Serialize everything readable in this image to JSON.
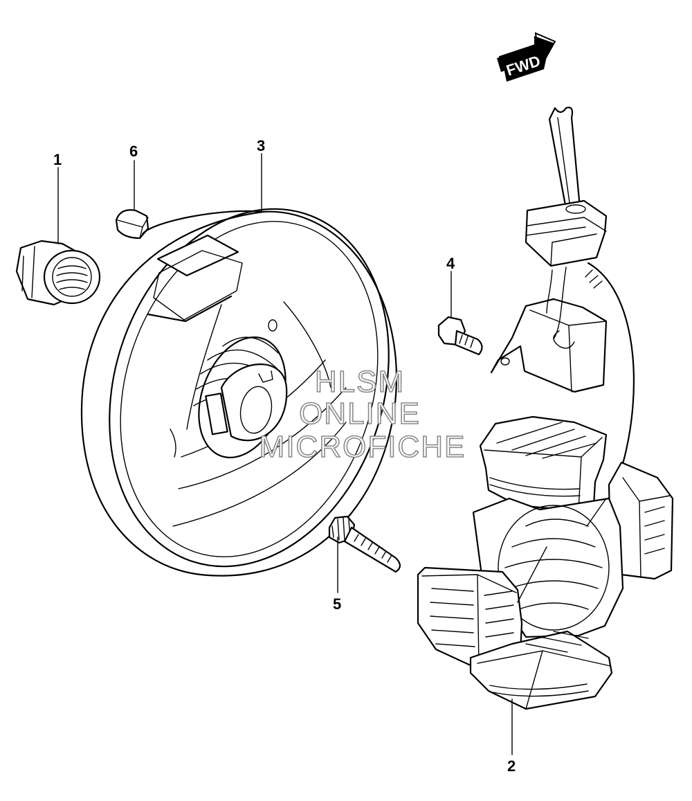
{
  "fwd_arrow": {
    "label": "FWD"
  },
  "callouts": [
    {
      "id": "1",
      "label": "1"
    },
    {
      "id": "2",
      "label": "2"
    },
    {
      "id": "3",
      "label": "3"
    },
    {
      "id": "4",
      "label": "4"
    },
    {
      "id": "5",
      "label": "5"
    },
    {
      "id": "6",
      "label": "6"
    }
  ],
  "watermark": {
    "line1": "HLSM",
    "line2": "ONLINE",
    "line3": "MICROFICHE"
  }
}
